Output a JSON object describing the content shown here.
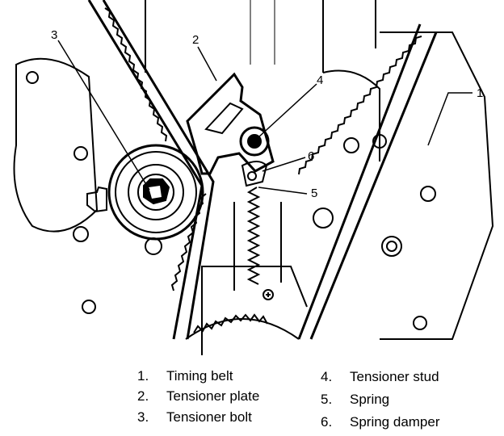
{
  "callouts": [
    "1",
    "2",
    "3",
    "4",
    "5",
    "6"
  ],
  "legend": [
    {
      "num": "1.",
      "label": "Timing belt"
    },
    {
      "num": "2.",
      "label": "Tensioner plate"
    },
    {
      "num": "3.",
      "label": "Tensioner bolt"
    },
    {
      "num": "4.",
      "label": "Tensioner stud"
    },
    {
      "num": "5.",
      "label": "Spring"
    },
    {
      "num": "6.",
      "label": "Spring damper"
    }
  ]
}
